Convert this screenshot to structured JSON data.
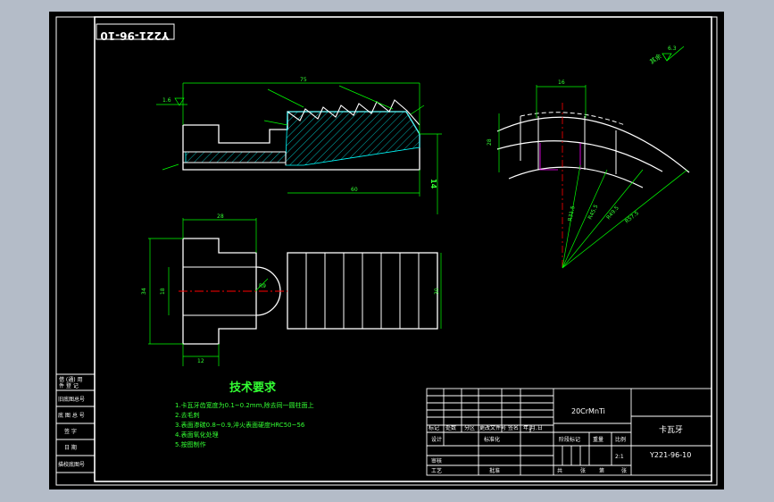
{
  "colors": {
    "viewport_bg": "#b4bcc8",
    "sheet_bg": "#000000",
    "frame": "#ffffff",
    "dimension": "#00ff00",
    "hatch": "#00ffff",
    "centerline": "#ff0000",
    "hidden": "#ff00ff",
    "note_text": "#33ff33"
  },
  "drawing": {
    "code_mirrored": "Y221-96-10",
    "roughness_overall": "6.3",
    "roughness_other": "其余"
  },
  "dimensions": {
    "top_overall": "75",
    "top_partial": "60",
    "top_height": "14",
    "top_left": "1.6",
    "arc_width": "16",
    "arc_height": "28",
    "r1": "R31.5",
    "r2": "R45.5",
    "r3": "R49.5",
    "r4": "R57.5",
    "plan_width": "28",
    "plan_height": "34",
    "plan_inner": "18",
    "plan_right": "30",
    "plan_bottom": "12",
    "plan_radius": "R9"
  },
  "notes": {
    "title": "技术要求",
    "items": [
      "1.卡瓦牙齿宽度为0.1~0.2mm,除去同一圆柱面上",
      "2.去毛刺",
      "3.表面渗碳0.8~0.9,淬火表面硬度HRC50~56",
      "4.表面氧化处理",
      "5.按图制作"
    ]
  },
  "side_table": [
    "借 (通) 用",
    "件 登 记",
    "旧底图总号",
    "底 图 总 号",
    "签 字",
    "日 期",
    "描校底图号"
  ],
  "title_block": {
    "material": "20CrMnTi",
    "part_name": "卡瓦牙",
    "drawing_no": "Y221-96-10",
    "header": [
      "标记",
      "处数",
      "分区",
      "更改文件号",
      "签名",
      "年.月.日"
    ],
    "design": "设计",
    "standard": "标准化",
    "review": "审核",
    "process": "工艺",
    "approve": "批准",
    "stage_mark": "阶段标记",
    "weight": "重量",
    "scale_label": "比例",
    "scale": "2:1",
    "sheet_total": "共",
    "sheet_unit": "张",
    "sheet_of": "第",
    "sheet_unit2": "张"
  }
}
